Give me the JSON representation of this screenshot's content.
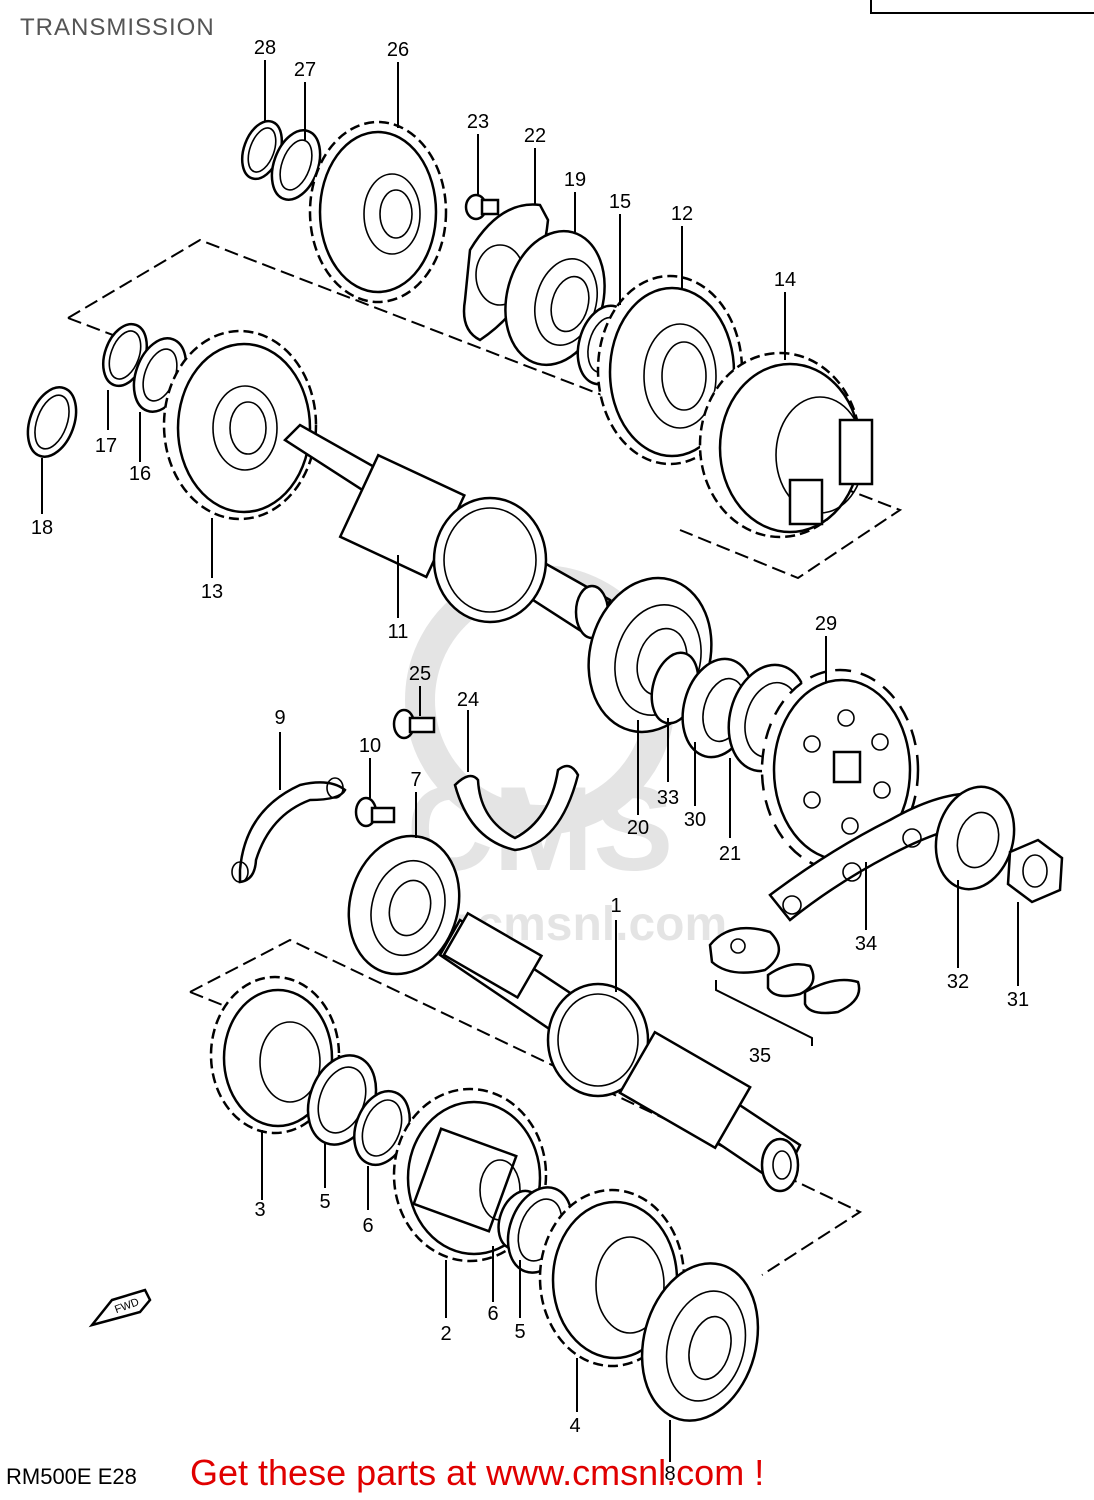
{
  "header": {
    "title": "TRANSMISSION"
  },
  "footer": {
    "model_code": "RM500E  E28",
    "promo": "Get these parts at www.cmsnl.com !"
  },
  "fwd_arrow": {
    "label": "FWD"
  },
  "watermark": {
    "brand": "CMS",
    "site": "www.cmsnl.com"
  },
  "callouts": [
    "1",
    "2",
    "3",
    "4",
    "5",
    "5",
    "6",
    "6",
    "7",
    "8",
    "9",
    "10",
    "11",
    "12",
    "13",
    "14",
    "15",
    "16",
    "17",
    "18",
    "19",
    "20",
    "21",
    "22",
    "23",
    "24",
    "25",
    "26",
    "27",
    "28",
    "29",
    "30",
    "31",
    "32",
    "33",
    "34",
    "35"
  ]
}
